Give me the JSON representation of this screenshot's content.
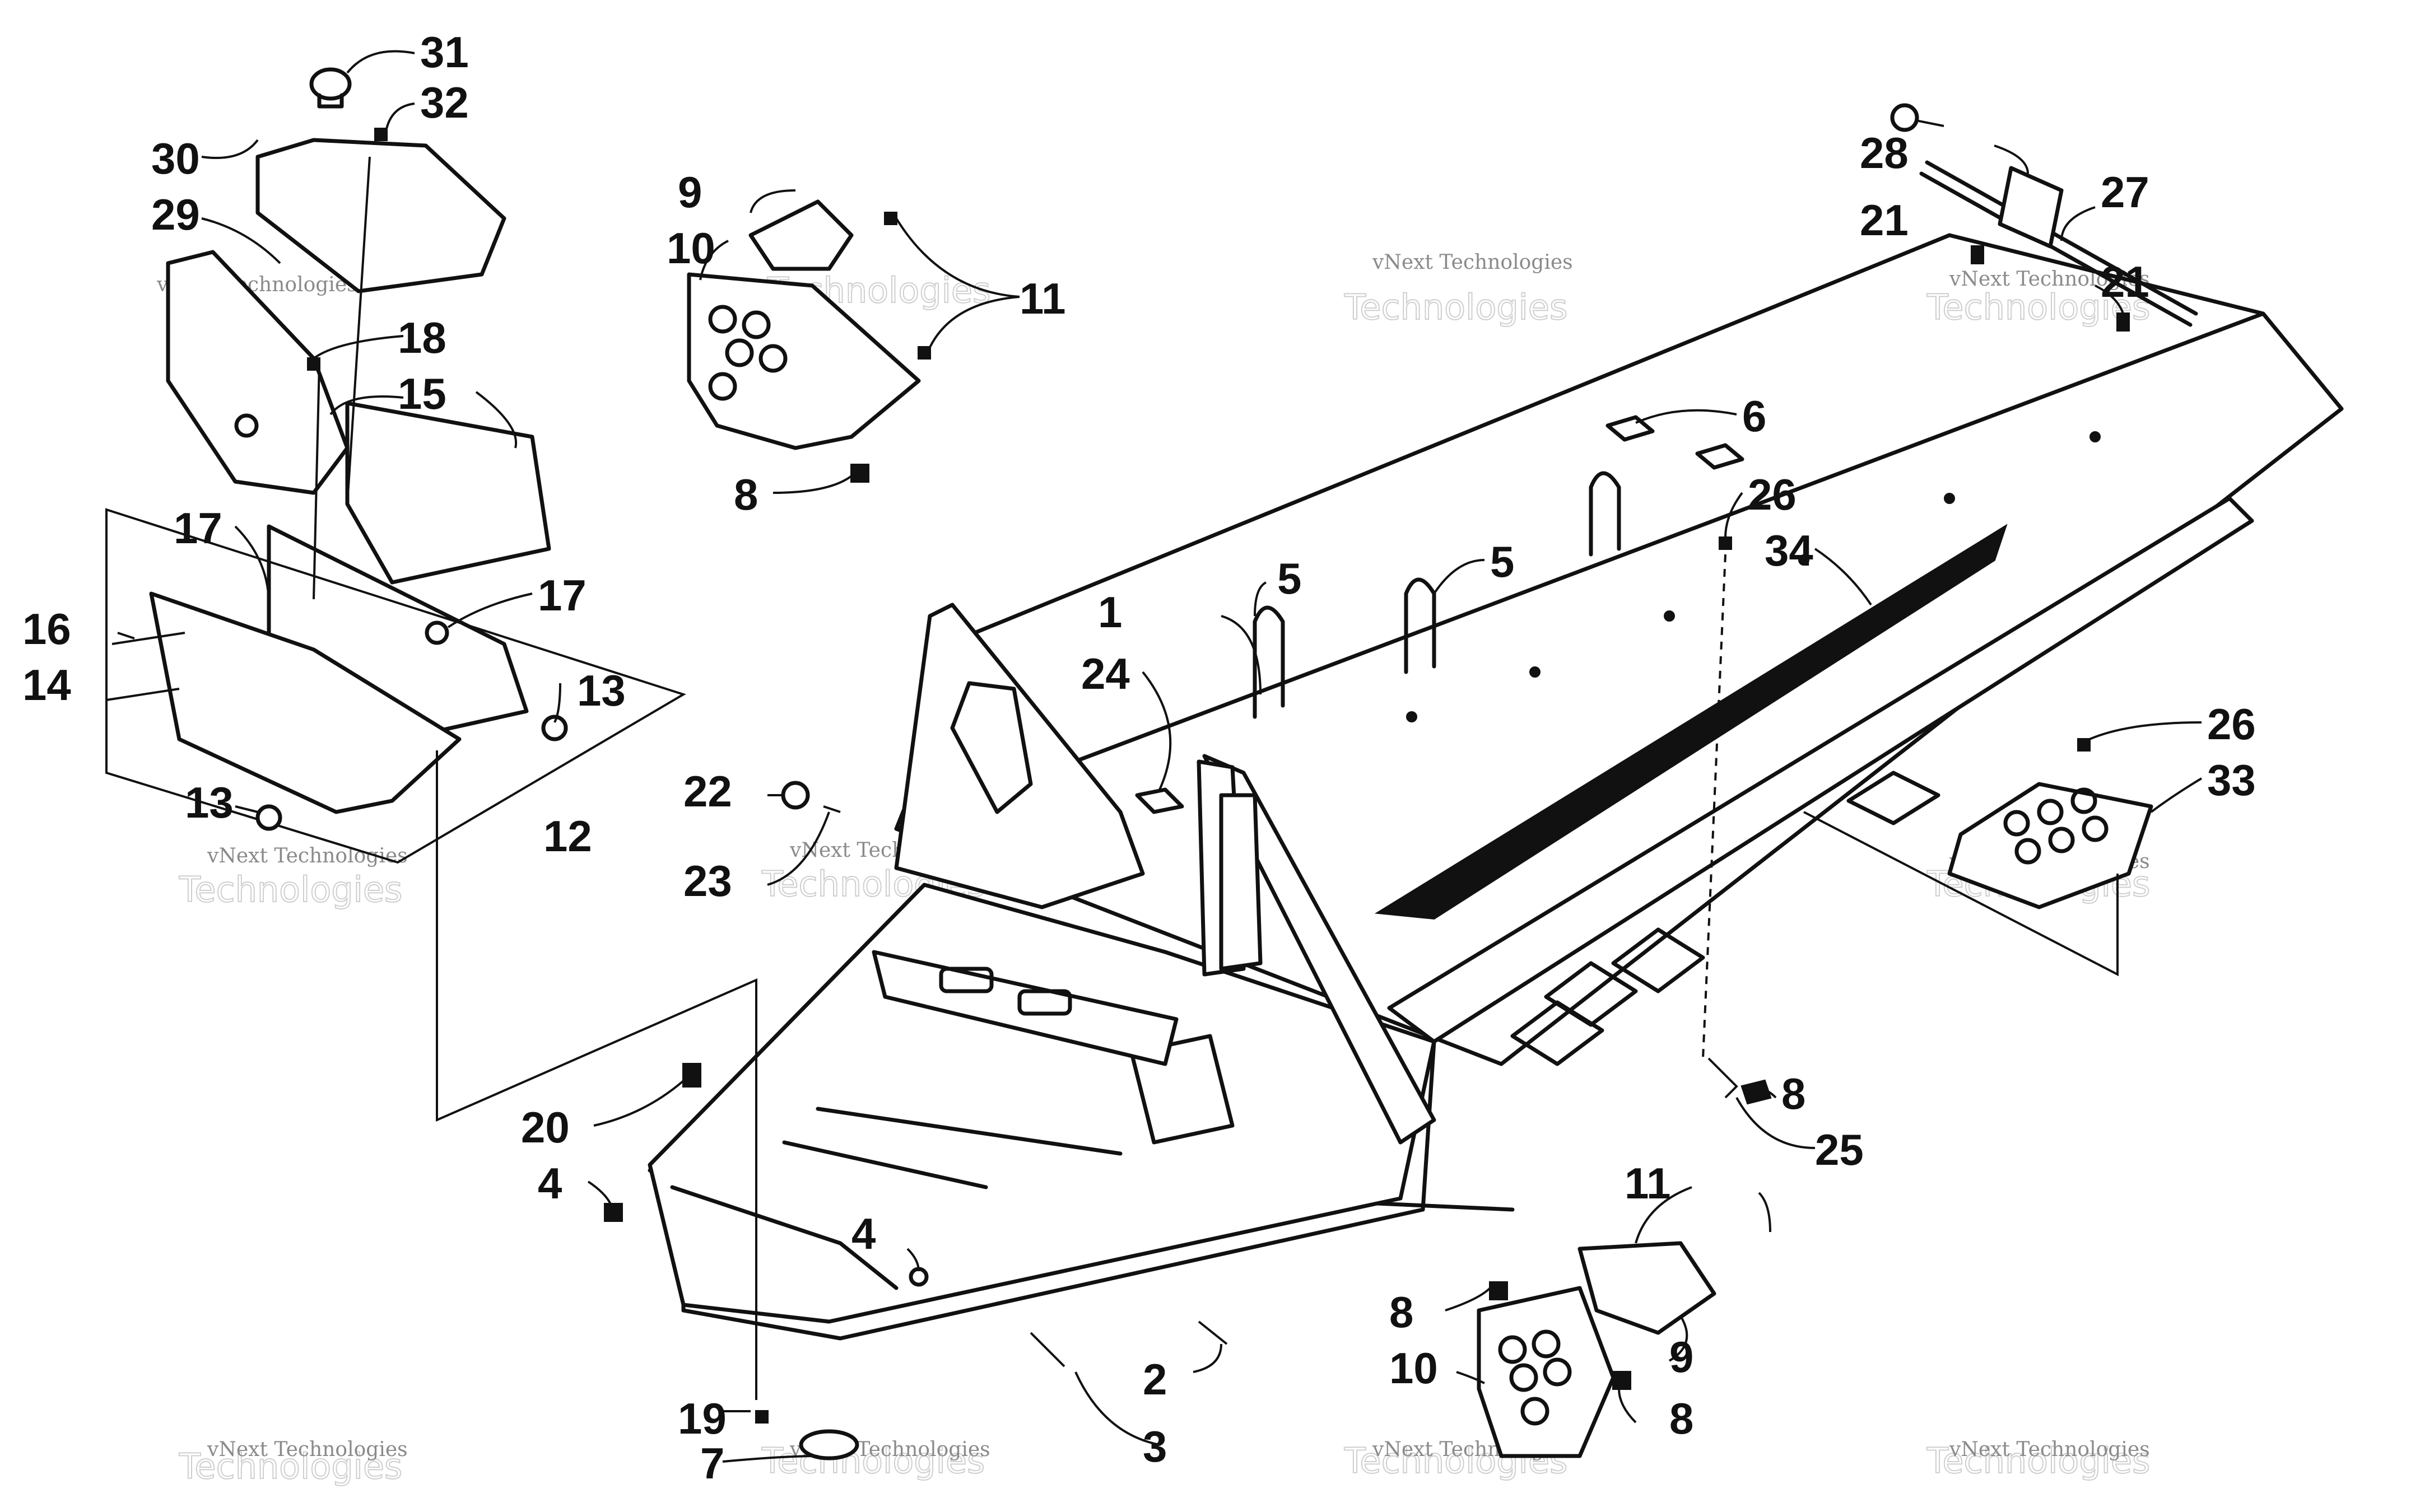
{
  "watermark": {
    "line1": "vNext Technologies",
    "line2": "Technologies",
    "line3": "vNext"
  },
  "callouts": {
    "c1": "1",
    "c2": "2",
    "c3": "3",
    "c4a": "4",
    "c4b": "4",
    "c5a": "5",
    "c5b": "5",
    "c6": "6",
    "c7": "7",
    "c8a": "8",
    "c8b": "8",
    "c8c": "8",
    "c8d": "8",
    "c9a": "9",
    "c9b": "9",
    "c10a": "10",
    "c10b": "10",
    "c11a": "11",
    "c11b": "11",
    "c12": "12",
    "c13a": "13",
    "c13b": "13",
    "c14": "14",
    "c15": "15",
    "c16": "16",
    "c17a": "17",
    "c17b": "17",
    "c18": "18",
    "c19": "19",
    "c20": "20",
    "c21a": "21",
    "c21b": "21",
    "c22": "22",
    "c23": "23",
    "c24": "24",
    "c25": "25",
    "c26a": "26",
    "c26b": "26",
    "c27": "27",
    "c28": "28",
    "c29": "29",
    "c30": "30",
    "c31": "31",
    "c32": "32",
    "c33": "33",
    "c34": "34"
  }
}
